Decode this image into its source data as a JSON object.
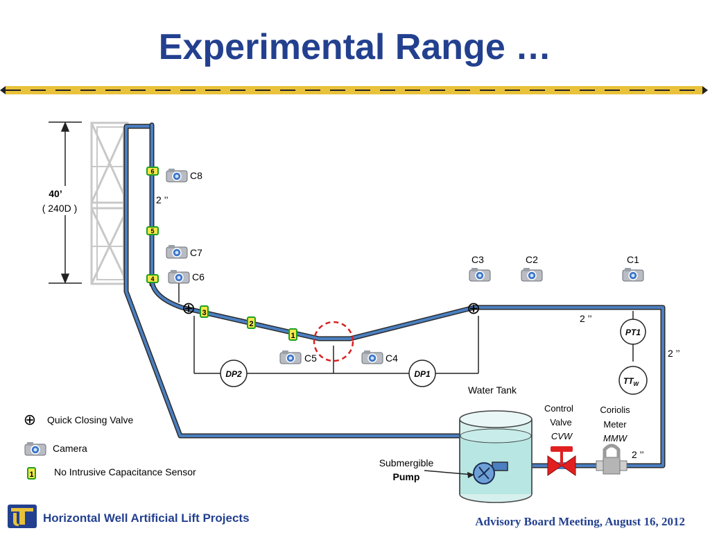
{
  "title": "Experimental Range …",
  "height_label": "40’",
  "height_sublabel": "( 240D )",
  "pipe_size_label": "2 ’’",
  "camera_labels": {
    "c1": "C1",
    "c2": "C2",
    "c3": "C3",
    "c4": "C4",
    "c5": "C5",
    "c6": "C6",
    "c7": "C7",
    "c8": "C8"
  },
  "sensor_numbers": {
    "s1": "1",
    "s2": "2",
    "s3": "3",
    "s4": "4",
    "s5": "5",
    "s6": "6"
  },
  "instruments": {
    "dp1": "DP1",
    "dp2": "DP2",
    "pt1": "PT1",
    "tt": "TT",
    "tt_sub": "W"
  },
  "water_tank_label": "Water Tank",
  "pump_label_line1": "Submergible",
  "pump_label_line2": "Pump",
  "control_valve": {
    "line1": "Control",
    "line2": "Valve",
    "line3": "CVW"
  },
  "coriolis_meter": {
    "line1": "Coriolis",
    "line2": "Meter",
    "line3": "MMW"
  },
  "legend": {
    "valve_symbol": "⊕",
    "valve_label": "Quick Closing Valve",
    "camera_label": "Camera",
    "sensor_symbol": "1",
    "sensor_label": "No Intrusive Capacitance Sensor"
  },
  "footer_left": "Horizontal Well Artificial Lift Projects",
  "footer_right": "Advisory Board Meeting, August 16, 2012",
  "colors": {
    "title": "#23408f",
    "pipe": "#2f5f9f",
    "sensor": "#1fa01f",
    "valve_red": "#e02020"
  }
}
